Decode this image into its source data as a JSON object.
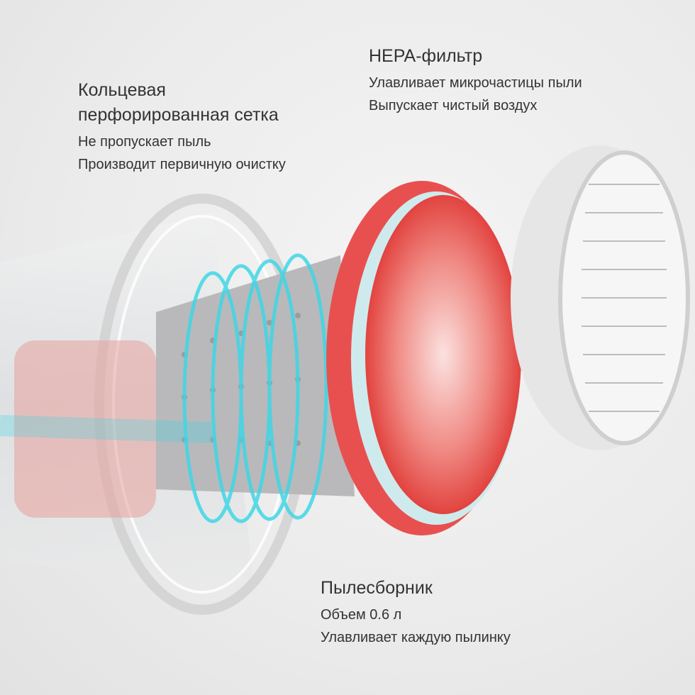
{
  "mesh": {
    "title_lines": [
      "Кольцевая",
      "перфорированная сетка"
    ],
    "features": [
      "Не пропускает пыль",
      "Производит первичную очистку"
    ]
  },
  "hepa": {
    "title": "HEPA-фильтр",
    "features": [
      "Улавливает микрочастицы пыли",
      "Выпускает чистый воздух"
    ]
  },
  "dustbin": {
    "title": "Пылесборник",
    "features": [
      "Объем 0.6 л",
      "Улавливает каждую пылинку"
    ]
  },
  "colors": {
    "filter_red": "#e8504f",
    "airflow_cyan": "#3fd6e6",
    "hepa_gray": "#d8d8d8"
  }
}
